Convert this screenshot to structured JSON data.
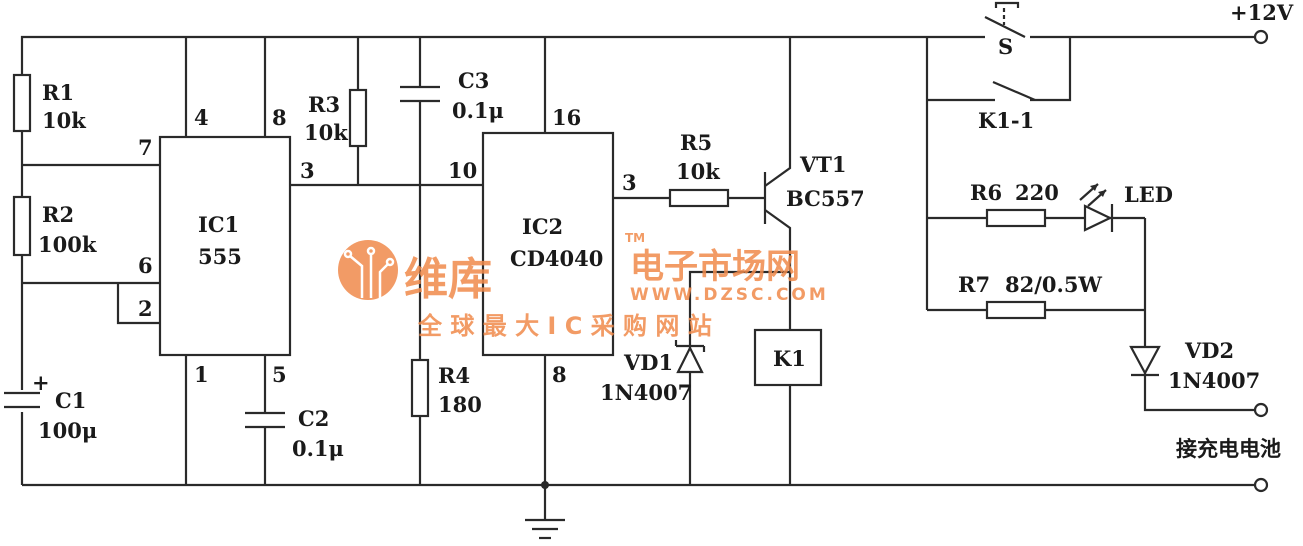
{
  "title": "Battery charger circuit with 555 timer and CD4040",
  "components": {
    "r1": {
      "ref": "R1",
      "value": "10k"
    },
    "r2": {
      "ref": "R2",
      "value": "100k"
    },
    "r3": {
      "ref": "R3",
      "value": "10k"
    },
    "r4": {
      "ref": "R4",
      "value": "180"
    },
    "r5": {
      "ref": "R5",
      "value": "10k"
    },
    "r6": {
      "ref": "R6",
      "value": "220"
    },
    "r7": {
      "ref": "R7",
      "value": "82/0.5W"
    },
    "c1": {
      "ref": "C1",
      "value": "100μ",
      "polarity": "+"
    },
    "c2": {
      "ref": "C2",
      "value": "0.1μ"
    },
    "c3": {
      "ref": "C3",
      "value": "0.1μ"
    },
    "ic1": {
      "ref": "IC1",
      "value": "555",
      "pins": {
        "p4": "4",
        "p8": "8",
        "p7": "7",
        "p6": "6",
        "p2": "2",
        "p3": "3",
        "p1": "1",
        "p5": "5"
      }
    },
    "ic2": {
      "ref": "IC2",
      "value": "CD4040",
      "pins": {
        "p16": "16",
        "p10": "10",
        "p3": "3",
        "p8": "8"
      }
    },
    "vt1": {
      "ref": "VT1",
      "value": "BC557"
    },
    "vd1": {
      "ref": "VD1",
      "value": "1N4007"
    },
    "vd2": {
      "ref": "VD2",
      "value": "1N4007"
    },
    "k1": {
      "ref": "K1"
    },
    "k1_1": {
      "ref": "K1-1"
    },
    "s": {
      "ref": "S"
    },
    "led": {
      "ref": "LED"
    }
  },
  "supply": "+12V",
  "battery_label": "接充电电池",
  "watermark": {
    "brand": "维库",
    "tm": "TM",
    "name": "电子市场网",
    "url": "WWW.DZSC.COM",
    "slogan": "全 球 最 大 I C 采 购 网 站"
  },
  "colors": {
    "wire": "#2a2a2a",
    "watermark": "#f08a4b"
  }
}
